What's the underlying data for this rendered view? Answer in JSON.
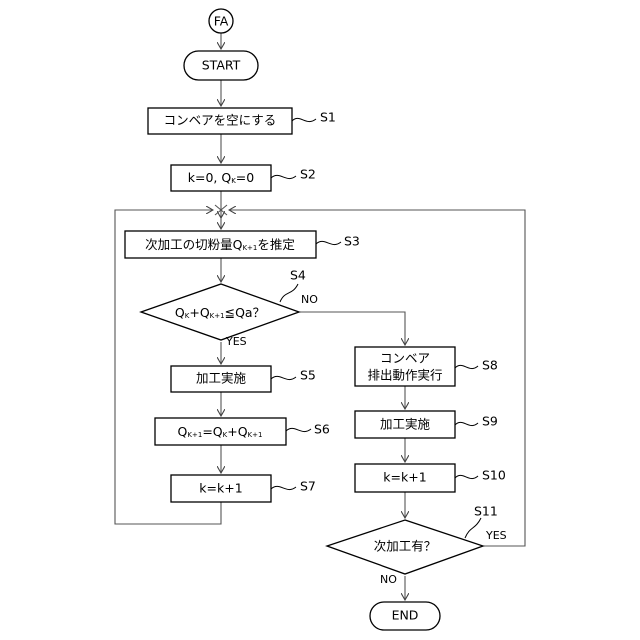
{
  "connector": "FA",
  "start": "START",
  "end": "END",
  "steps": {
    "s1": {
      "id": "S1",
      "text": "コンベアを空にする"
    },
    "s2": {
      "id": "S2",
      "text": "k=0, Q",
      "sub": "K",
      "tail": "=0"
    },
    "s3": {
      "id": "S3",
      "pre": "次加工の切粉量Q",
      "sub": "K+1",
      "post": "を推定"
    },
    "s4": {
      "id": "S4",
      "q1": "Q",
      "sub1": "K",
      "plus": "+Q",
      "sub2": "K+1",
      "tail": "≦Qa？"
    },
    "s5": {
      "id": "S5",
      "text": "加工実施"
    },
    "s6": {
      "id": "S6",
      "q1": "Q",
      "sub1": "K+1",
      "mid": "=Q",
      "sub2": "K",
      "plus": "+Q",
      "sub3": "K+1"
    },
    "s7": {
      "id": "S7",
      "text": "k=k+1"
    },
    "s8": {
      "id": "S8",
      "line1": "コンベア",
      "line2": "排出動作実行"
    },
    "s9": {
      "id": "S9",
      "text": "加工実施"
    },
    "s10": {
      "id": "S10",
      "text": "k=k+1"
    },
    "s11": {
      "id": "S11",
      "text": "次加工有？"
    }
  },
  "branches": {
    "s4_yes": "YES",
    "s4_no": "NO",
    "s11_yes": "YES",
    "s11_no": "NO"
  }
}
